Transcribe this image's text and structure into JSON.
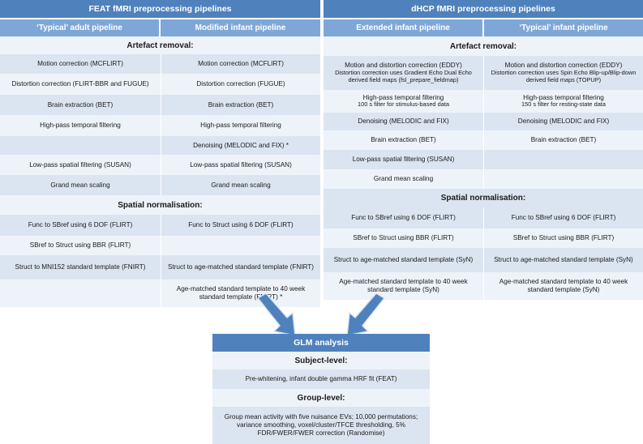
{
  "feat": {
    "title": "FEAT fMRI preprocessing pipelines",
    "col1": "‘Typical’ adult pipeline",
    "col2": "Modified infant pipeline",
    "artefact_heading": "Artefact removal:",
    "artefact_rows": [
      [
        "Motion correction (MCFLIRT)",
        "Motion correction (MCFLIRT)"
      ],
      [
        "Distortion correction (FLIRT-BBR and FUGUE)",
        "Distortion correction (FUGUE)"
      ],
      [
        "Brain extraction (BET)",
        "Brain extraction (BET)"
      ],
      [
        "High-pass temporal filtering",
        "High-pass temporal filtering"
      ],
      [
        "",
        "Denoising (MELODIC and FIX) *"
      ],
      [
        "Low-pass spatial filtering (SUSAN)",
        "Low-pass spatial filtering (SUSAN)"
      ],
      [
        "Grand mean scaling",
        "Grand mean scaling"
      ]
    ],
    "spatial_heading": "Spatial normalisation:",
    "spatial_rows": [
      [
        "Func to SBref using 6 DOF (FLIRT)",
        "Func to Struct using 6 DOF (FLIRT)"
      ],
      [
        "SBref to Struct using BBR (FLIRT)",
        ""
      ],
      [
        "Struct to MNI152 standard template (FNIRT)",
        "Struct to age-matched standard template (FNIRT)"
      ],
      [
        "",
        "Age-matched standard template to 40 week standard template (FNIRT) *"
      ]
    ]
  },
  "dhcp": {
    "title": "dHCP fMRI preprocessing pipelines",
    "col1": "Extended infant pipeline",
    "col2": "‘Typical’ infant pipeline",
    "artefact_heading": "Artefact removal:",
    "motion_main1": "Motion and distortion correction (EDDY)",
    "motion_sub1": "Distortion correction uses Gradient Echo Dual Echo derived field maps (fsl_prepare_fieldmap)",
    "motion_main2": "Motion and distortion correction (EDDY)",
    "motion_sub2": "Distortion correction uses Spin Echo Blip-up/Blip-down derived field maps (TOPUP)",
    "hp_main1": "High-pass temporal filtering",
    "hp_sub1": "100 s filter for stimulus-based data",
    "hp_main2": "High-pass temporal filtering",
    "hp_sub2": "150 s filter for resting-state data",
    "denoise1": "Denoising (MELODIC and FIX)",
    "denoise2": "Denoising (MELODIC and FIX)",
    "bet1": "Brain extraction (BET)",
    "bet2": "Brain extraction (BET)",
    "susan1": "Low-pass spatial filtering (SUSAN)",
    "susan2": "",
    "gms1": "Grand mean scaling",
    "gms2": "",
    "spatial_heading": "Spatial normalisation:",
    "spatial_rows": [
      [
        "Func to SBref using 6 DOF (FLIRT)",
        "Func to SBref using 6 DOF (FLIRT)"
      ],
      [
        "SBref to Struct using BBR (FLIRT)",
        "SBref to Struct using BBR (FLIRT)"
      ],
      [
        "Struct to age-matched standard template (SyN)",
        "Struct to age-matched standard template (SyN)"
      ],
      [
        "Age-matched standard template to 40 week standard template (SyN)",
        "Age-matched standard template to 40 week standard template (SyN)"
      ]
    ]
  },
  "glm": {
    "title": "GLM analysis",
    "subject_heading": "Subject-level:",
    "subject_text": "Pre-whitening, infant double gamma HRF fit (FEAT)",
    "group_heading": "Group-level:",
    "group_text": "Group mean activity with five nuisance EVs; 10,000 permutations; variance smoothing, voxel/cluster/TFCE thresholding, 5% FDR/FWER/FWER correction (Randomise)"
  },
  "colors": {
    "header": "#4f81bd",
    "col_header": "#7ea7d8",
    "row_dark": "#dbe5f1",
    "row_light": "#eef3f9",
    "arrow": "#4f81bd"
  }
}
